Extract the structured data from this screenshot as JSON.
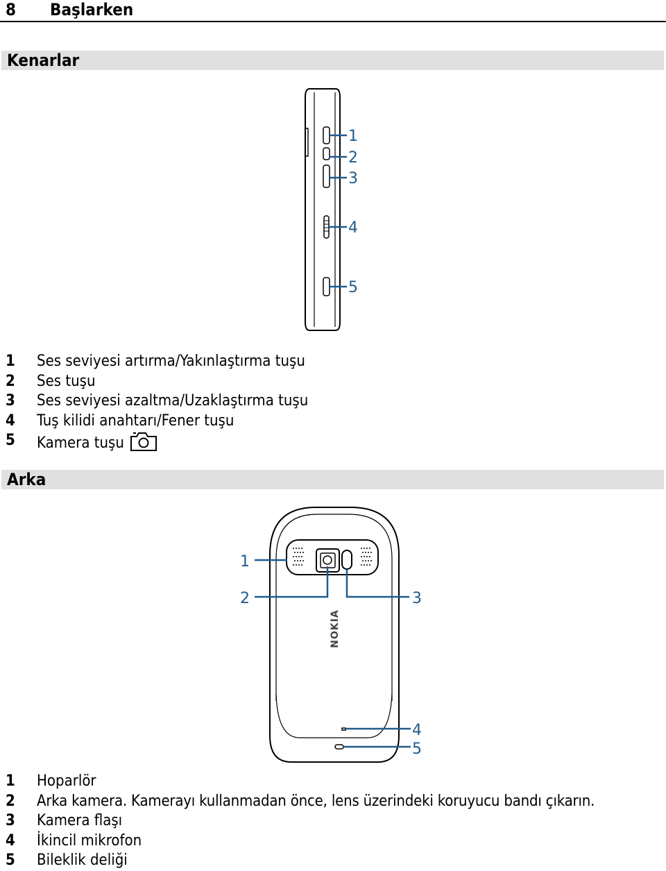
{
  "header": {
    "page_number": "8",
    "chapter_title": "Başlarken"
  },
  "sections": {
    "sides": {
      "title": "Kenarlar",
      "callouts": [
        "1",
        "2",
        "3",
        "4",
        "5"
      ],
      "items": [
        {
          "num": "1",
          "text": "Ses seviyesi artırma/Yakınlaştırma tuşu"
        },
        {
          "num": "2",
          "text": "Ses tuşu"
        },
        {
          "num": "3",
          "text": "Ses seviyesi azaltma/Uzaklaştırma tuşu"
        },
        {
          "num": "4",
          "text": "Tuş kilidi anahtarı/Fener tuşu"
        },
        {
          "num": "5",
          "text": "Kamera tuşu",
          "icon": "camera-icon"
        }
      ]
    },
    "back": {
      "title": "Arka",
      "brand_logo": "NOKIA",
      "callouts": [
        "1",
        "2",
        "3",
        "4",
        "5"
      ],
      "items": [
        {
          "num": "1",
          "text": "Hoparlör"
        },
        {
          "num": "2",
          "text": "Arka kamera. Kamerayı kullanmadan önce, lens üzerindeki koruyucu bandı çıkarın."
        },
        {
          "num": "3",
          "text": "Kamera flaşı"
        },
        {
          "num": "4",
          "text": "İkincil mikrofon"
        },
        {
          "num": "5",
          "text": "Bileklik deliği"
        }
      ]
    }
  },
  "colors": {
    "callout": "#1f5a8c",
    "section_bar": "#e0e0e0",
    "line_art": "#000000"
  }
}
